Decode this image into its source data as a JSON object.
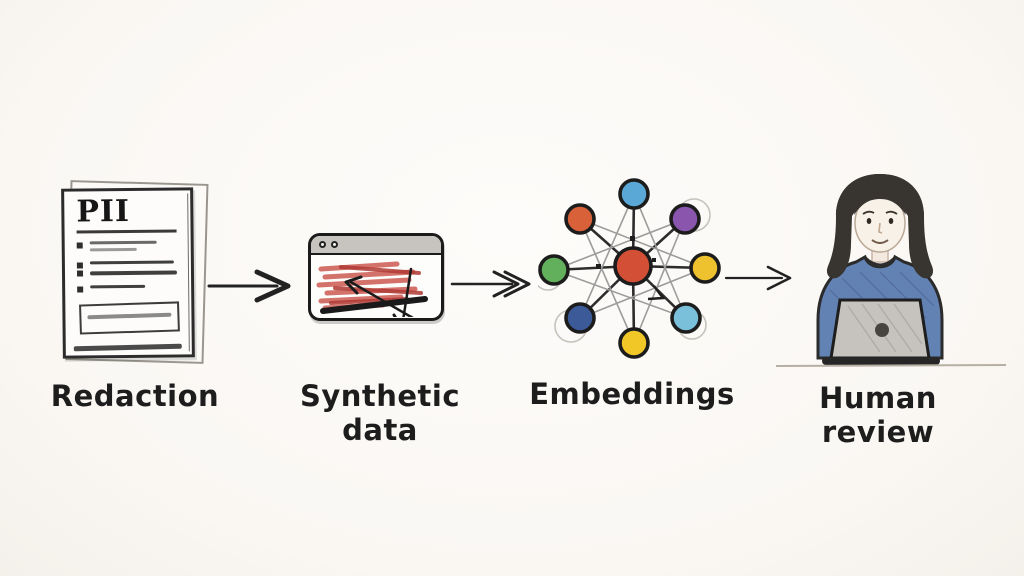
{
  "diagram": {
    "stages": [
      {
        "label": "Redaction",
        "icon": "pii-document-icon"
      },
      {
        "label": "Synthetic data",
        "icon": "redacted-browser-icon"
      },
      {
        "label": "Embeddings",
        "icon": "network-graph-icon"
      },
      {
        "label": "Human review",
        "icon": "person-at-laptop-icon"
      }
    ],
    "document": {
      "title": "PII"
    },
    "synthetic": {
      "scribble_color": "#c94f47",
      "scribble_dark_color": "#b03a34",
      "arrow_color": "#1a1a1a"
    },
    "embeddings": {
      "nodes": [
        {
          "name": "center",
          "color": "#d34f35"
        },
        {
          "name": "top",
          "color": "#5aa8d6"
        },
        {
          "name": "top-left",
          "color": "#d8613a"
        },
        {
          "name": "top-right",
          "color": "#8a56ad"
        },
        {
          "name": "left",
          "color": "#63b05c"
        },
        {
          "name": "right",
          "color": "#eec22e"
        },
        {
          "name": "bottom-left",
          "color": "#3c5a97"
        },
        {
          "name": "bottom-right",
          "color": "#7ac0db"
        },
        {
          "name": "bottom",
          "color": "#f1c728"
        }
      ],
      "edge_color": "#2c2c2c",
      "chord_color": "#9c9c9c"
    },
    "human_review": {
      "shirt_color": "#6382b4",
      "laptop_color": "#c6c3bf",
      "hair_color": "#383430"
    },
    "arrow_color": "#222222"
  }
}
